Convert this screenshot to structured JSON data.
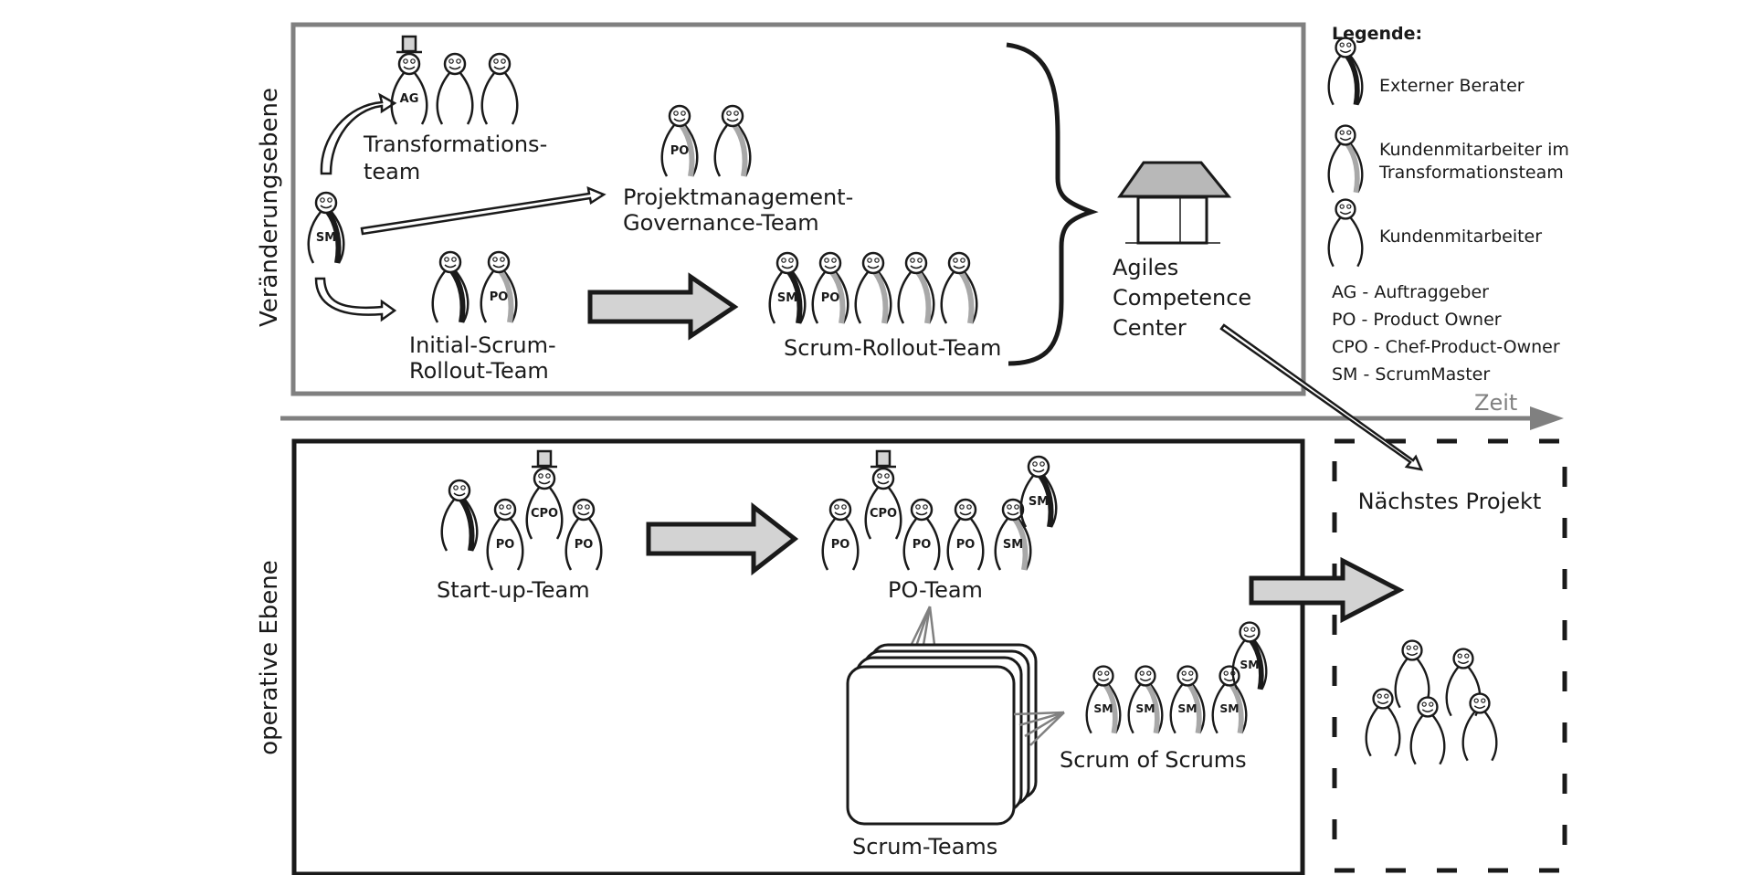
{
  "diagram": {
    "levels": {
      "change": "Veränderungsebene",
      "operative": "operative Ebene"
    },
    "time_axis": "Zeit",
    "change_level": {
      "transformation_team": {
        "line1": "Transformations-",
        "line2": "team",
        "members": [
          "AG",
          "",
          ""
        ]
      },
      "pm_governance_team": {
        "line1": "Projektmanagement-",
        "line2": "Governance-Team",
        "members": [
          "PO",
          ""
        ]
      },
      "initial_scrum_rollout_team": {
        "line1": "Initial-Scrum-",
        "line2": "Rollout-Team",
        "members": [
          "",
          "PO"
        ]
      },
      "scrum_rollout_team": {
        "label": "Scrum-Rollout-Team",
        "members": [
          "SM",
          "PO",
          "",
          "",
          ""
        ]
      },
      "scrum_master": {
        "role": "SM"
      },
      "competence_center": {
        "line1": "Agiles",
        "line2": "Competence",
        "line3": "Center"
      }
    },
    "operative_level": {
      "startup_team": {
        "label": "Start-up-Team",
        "members": [
          "",
          "PO",
          "CPO",
          "PO"
        ]
      },
      "po_team": {
        "label": "PO-Team",
        "members": [
          "PO",
          "CPO",
          "PO",
          "PO",
          "SM",
          "SM"
        ]
      },
      "scrum_teams": {
        "label": "Scrum-Teams"
      },
      "scrum_of_scrums": {
        "label": "Scrum of Scrums",
        "members": [
          "SM",
          "SM",
          "SM",
          "SM",
          "SM"
        ]
      }
    },
    "next_project": {
      "label": "Nächstes Projekt"
    }
  },
  "legend": {
    "title": "Legende:",
    "symbols": [
      {
        "label": "Externer Berater"
      },
      {
        "line1": "Kundenmitarbeiter im",
        "line2": "Transformationsteam"
      },
      {
        "label": "Kundenmitarbeiter"
      }
    ],
    "abbreviations": [
      "AG - Auftraggeber",
      "PO - Product Owner",
      "CPO - Chef-Product-Owner",
      "SM - ScrumMaster"
    ]
  },
  "colors": {
    "ink": "#1a1a1a",
    "frame_gray": "#808080",
    "fill_gray": "#d3d3d3",
    "scarf_gray": "#a8a8a8",
    "roof_gray": "#b8b8b8"
  }
}
